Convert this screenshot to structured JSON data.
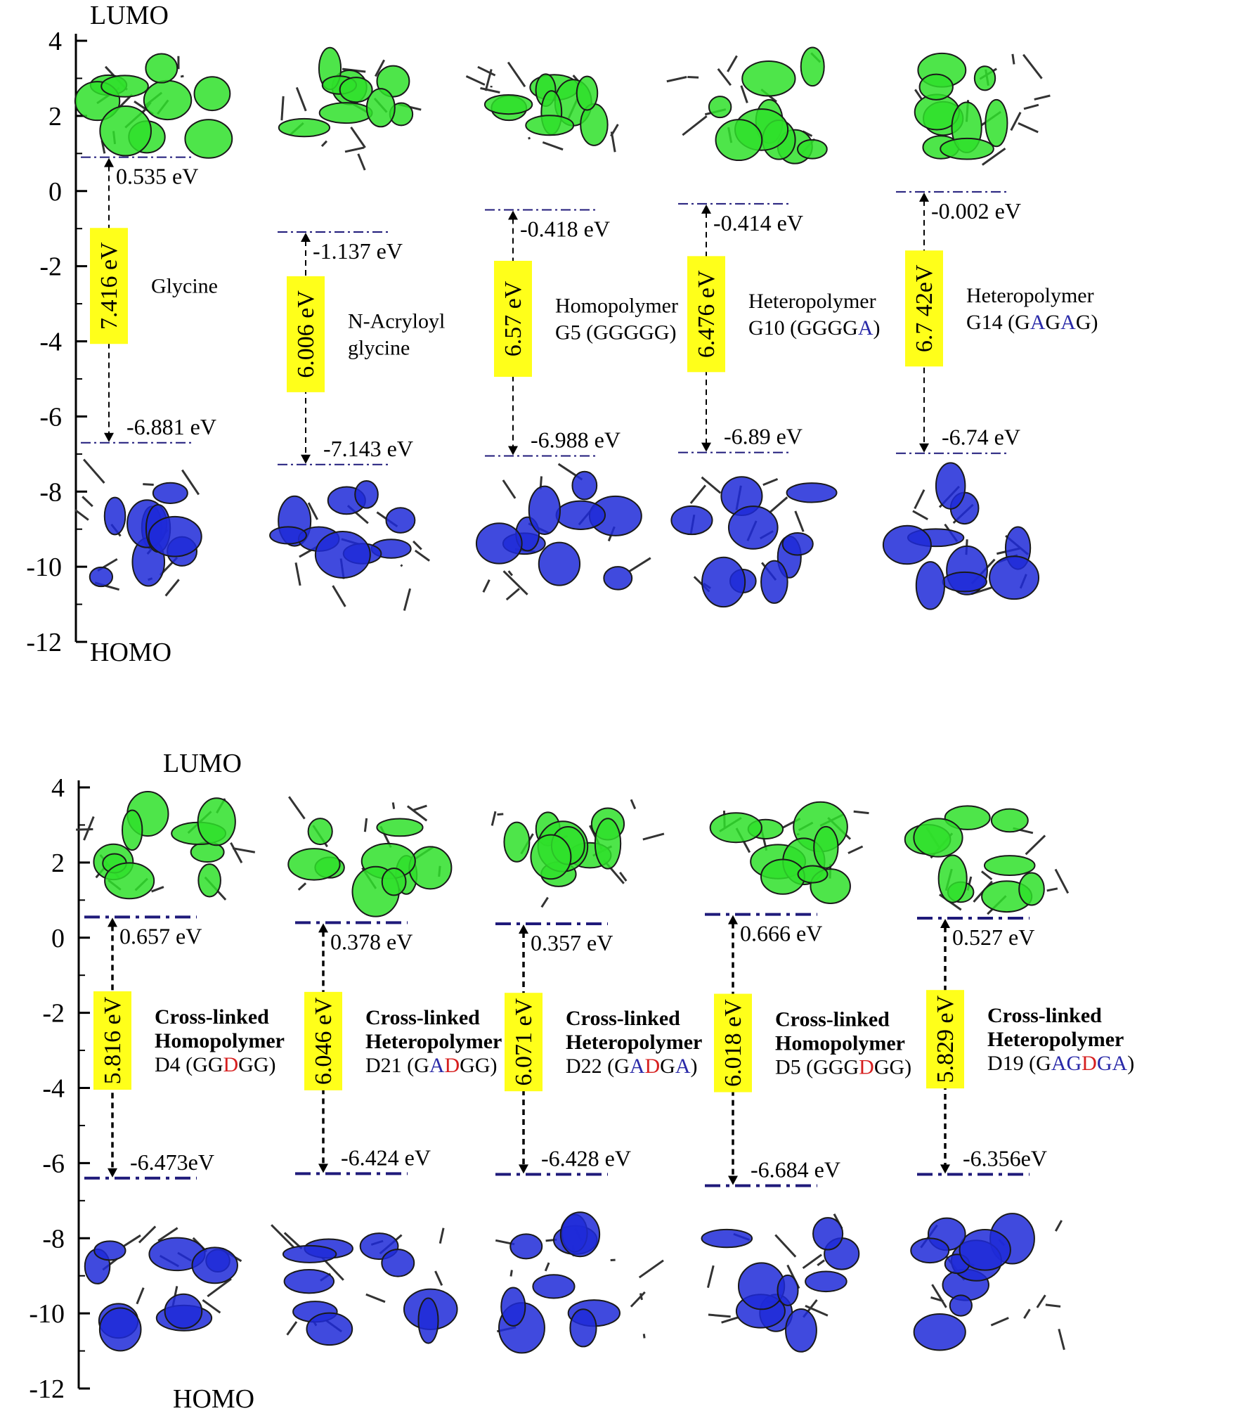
{
  "colors": {
    "axis": "#000000",
    "level_line": "#1f1a7a",
    "gap_box": "#ffff1a",
    "lumo_orbital": "#2fe02a",
    "homo_orbital": "#1f2ad8",
    "red_text": "#d61f1f",
    "blue_text": "#2929a8"
  },
  "icons": {
    "molecule": "molecular-orbital-structure-icon"
  },
  "chart_data": [
    {
      "type": "energy-level-diagram",
      "panel": "top",
      "ylim": [
        -12,
        4
      ],
      "yticks": [
        4,
        2,
        0,
        -2,
        -4,
        -6,
        -8,
        -10,
        -12
      ],
      "ytick_labels": [
        "4",
        "2",
        "0",
        "-2",
        "-4",
        "-6",
        "-8",
        "-10",
        "-12"
      ],
      "top_label": "LUMO",
      "bottom_label": "HOMO",
      "molecules": [
        {
          "label_lines": [
            [
              {
                "t": "Glycine",
                "c": "k"
              }
            ]
          ],
          "lumo": 0.9,
          "homo": -6.7,
          "lumo_label": "0.535 eV",
          "homo_label": "-6.881 eV",
          "gap_label": "7.416 eV",
          "gap_color": "k"
        },
        {
          "label_lines": [
            [
              {
                "t": "N-Acryloyl",
                "c": "k"
              }
            ],
            [
              {
                "t": "glycine",
                "c": "k"
              }
            ]
          ],
          "lumo": -1.09,
          "homo": -7.28,
          "lumo_label": "-1.137 eV",
          "homo_label": "-7.143 eV",
          "gap_label": "6.006 eV",
          "gap_color": "r"
        },
        {
          "label_lines": [
            [
              {
                "t": "Homopolymer",
                "c": "k"
              }
            ],
            [
              {
                "t": "G5 (GGGGG)",
                "c": "k"
              }
            ]
          ],
          "lumo": -0.5,
          "homo": -7.05,
          "lumo_label": "-0.418 eV",
          "homo_label": "-6.988 eV",
          "gap_label": "6.57 eV",
          "gap_color": "k"
        },
        {
          "label_lines": [
            [
              {
                "t": "Heteropolymer",
                "c": "k"
              }
            ],
            [
              {
                "t": "G10 (GGGG",
                "c": "k"
              },
              {
                "t": "A",
                "c": "b"
              },
              {
                "t": ")",
                "c": "k"
              }
            ]
          ],
          "lumo": -0.34,
          "homo": -6.96,
          "lumo_label": "-0.414 eV",
          "homo_label": "-6.89 eV",
          "gap_label": "6.476 eV",
          "gap_color": "k"
        },
        {
          "label_lines": [
            [
              {
                "t": "Heteropolymer",
                "c": "k"
              }
            ],
            [
              {
                "t": "G14 (G",
                "c": "k"
              },
              {
                "t": "A",
                "c": "b"
              },
              {
                "t": "G",
                "c": "k"
              },
              {
                "t": "A",
                "c": "b"
              },
              {
                "t": "G)",
                "c": "k"
              }
            ]
          ],
          "lumo": -0.02,
          "homo": -6.98,
          "lumo_label": "-0.002 eV",
          "homo_label": "-6.74 eV",
          "gap_label": "6.7 42eV",
          "gap_color": "k"
        }
      ]
    },
    {
      "type": "energy-level-diagram",
      "panel": "bottom",
      "ylim": [
        -12,
        4
      ],
      "yticks": [
        4,
        2,
        0,
        -2,
        -4,
        -6,
        -8,
        -10,
        -12
      ],
      "ytick_labels": [
        "4",
        "2",
        "0",
        "-2",
        "-4",
        "-6",
        "-8",
        "-10",
        "-12"
      ],
      "top_label": "LUMO",
      "bottom_label": "HOMO",
      "molecules": [
        {
          "label_lines": [
            [
              {
                "t": "Cross-linked",
                "c": "k"
              }
            ],
            [
              {
                "t": "Homopolymer",
                "c": "k"
              }
            ],
            [
              {
                "t": "D4 (GG",
                "c": "k"
              },
              {
                "t": "D",
                "c": "r"
              },
              {
                "t": "GG)",
                "c": "k"
              }
            ]
          ],
          "lumo": 0.55,
          "homo": -6.4,
          "lumo_label": "0.657 eV",
          "homo_label": "-6.473eV",
          "gap_label": "5.816 eV",
          "gap_color": "r"
        },
        {
          "label_lines": [
            [
              {
                "t": "Cross-linked",
                "c": "k"
              }
            ],
            [
              {
                "t": "Heteropolymer",
                "c": "k"
              }
            ],
            [
              {
                "t": "D21 (G",
                "c": "k"
              },
              {
                "t": "A",
                "c": "b"
              },
              {
                "t": "D",
                "c": "r"
              },
              {
                "t": "GG)",
                "c": "k"
              }
            ]
          ],
          "lumo": 0.4,
          "homo": -6.28,
          "lumo_label": "0.378 eV",
          "homo_label": "-6.424 eV",
          "gap_label": "6.046 eV",
          "gap_color": "r"
        },
        {
          "label_lines": [
            [
              {
                "t": "Cross-linked",
                "c": "k"
              }
            ],
            [
              {
                "t": "Heteropolymer",
                "c": "k"
              }
            ],
            [
              {
                "t": "D22 (G",
                "c": "k"
              },
              {
                "t": "A",
                "c": "b"
              },
              {
                "t": "D",
                "c": "r"
              },
              {
                "t": "G",
                "c": "k"
              },
              {
                "t": "A",
                "c": "b"
              },
              {
                "t": ")",
                "c": "k"
              }
            ]
          ],
          "lumo": 0.37,
          "homo": -6.3,
          "lumo_label": "0.357 eV",
          "homo_label": "-6.428 eV",
          "gap_label": "6.071 eV",
          "gap_color": "r"
        },
        {
          "label_lines": [
            [
              {
                "t": "Cross-linked",
                "c": "k"
              }
            ],
            [
              {
                "t": "Homopolymer",
                "c": "k"
              }
            ],
            [
              {
                "t": "D5 (GGG",
                "c": "k"
              },
              {
                "t": "D",
                "c": "r"
              },
              {
                "t": "GG)",
                "c": "k"
              }
            ]
          ],
          "lumo": 0.62,
          "homo": -6.6,
          "lumo_label": "0.666 eV",
          "homo_label": "-6.684 eV",
          "gap_label": "6.018 eV",
          "gap_color": "r"
        },
        {
          "label_lines": [
            [
              {
                "t": "Cross-linked",
                "c": "k"
              }
            ],
            [
              {
                "t": "Heteropolymer",
                "c": "k"
              }
            ],
            [
              {
                "t": "D19 (G",
                "c": "k"
              },
              {
                "t": "AG",
                "c": "b"
              },
              {
                "t": "D",
                "c": "r"
              },
              {
                "t": "GA",
                "c": "b"
              },
              {
                "t": ")",
                "c": "k"
              }
            ]
          ],
          "lumo": 0.52,
          "homo": -6.3,
          "lumo_label": "0.527 eV",
          "homo_label": "-6.356eV",
          "gap_label": "5.829 eV",
          "gap_color": "r"
        }
      ]
    }
  ]
}
